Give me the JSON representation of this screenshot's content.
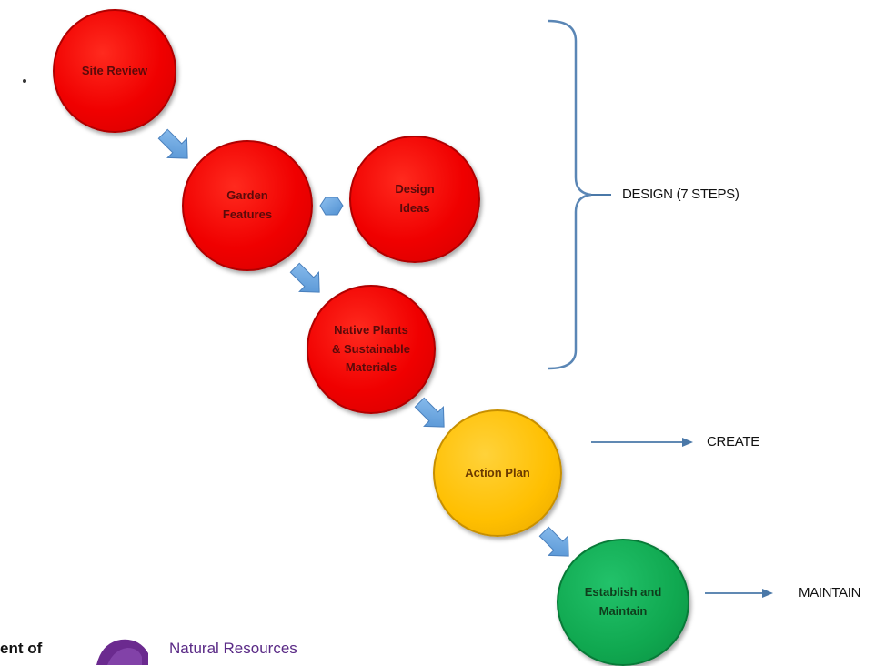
{
  "nodes": {
    "site_review": "Site Review",
    "garden_features": [
      "Garden",
      "Features"
    ],
    "design_ideas": [
      "Design",
      "Ideas"
    ],
    "native_plants": [
      "Native Plants",
      "& Sustainable",
      "Materials"
    ],
    "action_plan": "Action Plan",
    "establish_maintain": [
      "Establish and",
      "Maintain"
    ]
  },
  "labels": {
    "design": "DESIGN  (7 STEPS)",
    "create": "CREATE",
    "maintain": "MAINTAIN"
  },
  "footer": {
    "left_text": "ent of",
    "org_name": "Natural Resources"
  },
  "colors": {
    "red_node": "#f00000",
    "yellow_node": "#ffbf00",
    "green_node": "#10a850",
    "arrow_blue": "#5b9bd5",
    "line_blue": "#4a78a8",
    "logo_purple": "#6b2a8f"
  }
}
